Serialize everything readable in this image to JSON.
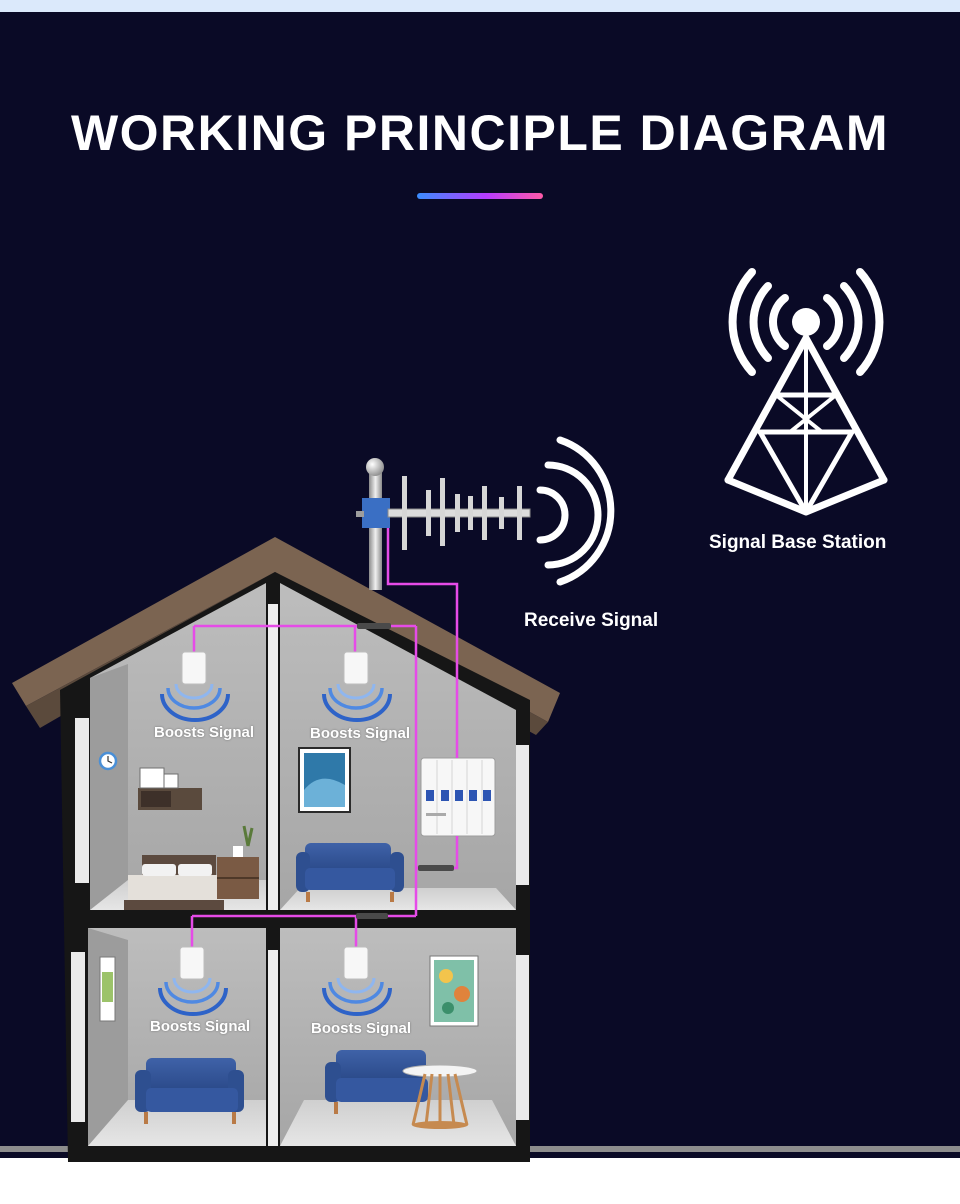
{
  "title": "WORKING PRINCIPLE DIAGRAM",
  "labels": {
    "base_station": "Signal Base Station",
    "receive": "Receive Signal",
    "boost_upper_left": "Boosts Signal",
    "boost_upper_right": "Boosts Signal",
    "boost_lower_left": "Boosts Signal",
    "boost_lower_right": "Boosts Signal"
  },
  "colors": {
    "background": "#0a0a26",
    "cable": "#e64be8",
    "roof": "#7b6451",
    "wall": "#b4b4b4",
    "signal_wave": "#3d7fe0",
    "accent_gradient": [
      "#3a8dff",
      "#b63cff",
      "#ff5aa8"
    ]
  },
  "icons": {
    "tower": "signal-tower-icon",
    "antenna": "yagi-antenna-icon",
    "booster": "signal-booster-icon",
    "indoor_antenna": "ceiling-antenna-icon",
    "clock": "clock-icon"
  }
}
